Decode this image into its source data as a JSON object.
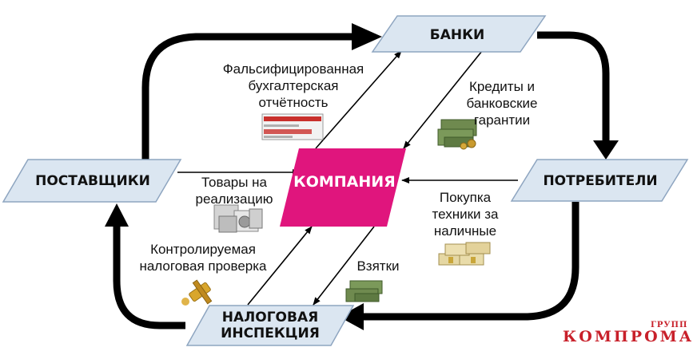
{
  "nodes": {
    "banks": "БАНКИ",
    "suppliers": "ПОСТАВЩИКИ",
    "consumers": "ПОТРЕБИТЕЛИ",
    "company": "КОМПАНИЯ",
    "tax_line1": "НАЛОГОВАЯ",
    "tax_line2": "ИНСПЕКЦИЯ"
  },
  "edges": {
    "falsified": "Фальсифицированная\nбухгалтерская\nотчётность",
    "credits": "Кредиты и\nбанковские\nгарантии",
    "goods": "Товары на\nреализацию",
    "purchase": "Покупка\nтехники за\nналичные",
    "audit": "Контролируемая\nналоговая проверка",
    "bribes": "Взятки"
  },
  "icons": [
    "document-icon",
    "money-stack-icon",
    "appliances-icon",
    "cash-stack-icon",
    "gavel-icon",
    "money-icon"
  ],
  "watermark": {
    "main": "КОМПРОМАТ",
    "small": "ГРУПП"
  },
  "colors": {
    "node_fill": "#dbe6f1",
    "node_stroke": "#8ea5c0",
    "company_fill": "#e0157d",
    "arrow": "#000000",
    "watermark": "#c8202a"
  }
}
